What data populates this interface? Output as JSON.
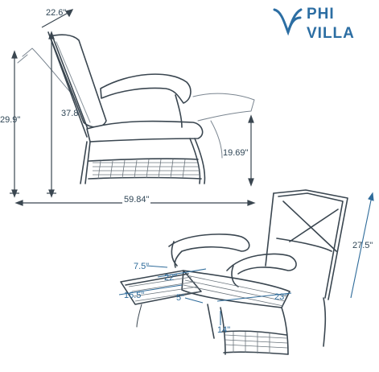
{
  "brand": {
    "line1": "PHI",
    "line2": "VILLA",
    "logo_color": "#2c6ea3"
  },
  "dimensions": {
    "back_depth": "22.6\"",
    "height_reclined": "29.9\"",
    "height_upright": "37.8\"",
    "seat_height": "19.69\"",
    "length_extended": "59.84\"",
    "back_height": "27.5\"",
    "armrest_gap": "7.5\"",
    "seat_depth": "22\"",
    "footrest_length": "16.5\"",
    "footrest_gap": "5\"",
    "seat_width": "23\"",
    "leg_height": "14\""
  },
  "colors": {
    "line": "#3a4650",
    "dimension_text": "#2f4656",
    "accent": "#2e6b9a"
  }
}
